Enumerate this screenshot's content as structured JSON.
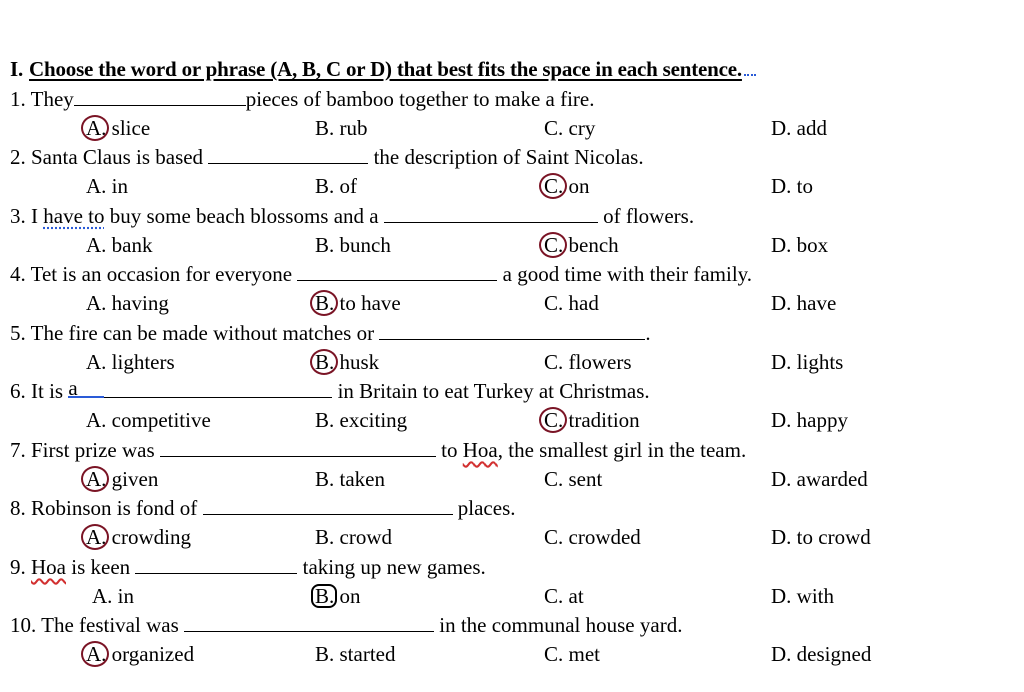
{
  "heading": {
    "number": "I.",
    "text": "Choose the word or phrase (A, B, C or D) that best fits the space in each sentence."
  },
  "questions": [
    {
      "number": "1.",
      "before": "They",
      "after": "pieces of bamboo together to make a fire.",
      "options": {
        "a": "A. slice",
        "b": "B. rub",
        "c": "C. cry",
        "d": "D. add"
      }
    },
    {
      "number": "2.",
      "before": "Santa Claus is based",
      "after": "the description of Saint Nicolas.",
      "options": {
        "a": "A. in",
        "b": "B. of",
        "c": "C. on",
        "d": "D. to"
      }
    },
    {
      "number": "3.",
      "before_1": "I ",
      "before_marked": "have to",
      "before_2": " buy some beach blossoms and a",
      "after": "of flowers.",
      "options": {
        "a": "A. bank",
        "b": "B. bunch",
        "c": "C. bench",
        "d": "D. box"
      }
    },
    {
      "number": "4.",
      "before": "Tet is an occasion for everyone",
      "after": "a good time with their family.",
      "options": {
        "a": "A. having",
        "b": "B. to have",
        "c": "C. had",
        "d": "D. have"
      }
    },
    {
      "number": "5.",
      "before": "The fire can be made without matches or",
      "after": ".",
      "options": {
        "a": "A. lighters",
        "b": "B. husk",
        "c": "C. flowers",
        "d": "D. lights"
      }
    },
    {
      "number": "6.",
      "before": "It is",
      "fill": "a",
      "after": "in Britain to eat Turkey at Christmas.",
      "options": {
        "a": "A. competitive",
        "b": "B. exciting",
        "c": "C. tradition",
        "d": "D. happy"
      }
    },
    {
      "number": "7.",
      "before": "First prize was",
      "after_1": "to ",
      "after_marked": "Hoa",
      "after_2": ", the smallest girl in the team.",
      "options": {
        "a": "A. given",
        "b": "B. taken",
        "c": "C. sent",
        "d": "D. awarded"
      }
    },
    {
      "number": "8.",
      "before": "Robinson is fond of",
      "after": "places.",
      "options": {
        "a": "A. crowding",
        "b": "B. crowd",
        "c": "C. crowded",
        "d": "D. to crowd"
      }
    },
    {
      "number": "9.",
      "before_marked": "Hoa",
      "before_2": " is keen",
      "after": "taking up new games.",
      "options": {
        "a": "A. in",
        "b": "B. on",
        "c": "C. at",
        "d": "D. with"
      }
    },
    {
      "number": "10.",
      "before": "The festival was",
      "after": "in the communal house yard.",
      "options": {
        "a": "A. organized",
        "b": "B. started",
        "c": "C. met",
        "d": "D. designed"
      }
    }
  ],
  "colors": {
    "circle_marks": "#7a1425",
    "black_mark": "#000000",
    "spell_check": "#d23030",
    "grammar_check": "#2a5bd7"
  }
}
